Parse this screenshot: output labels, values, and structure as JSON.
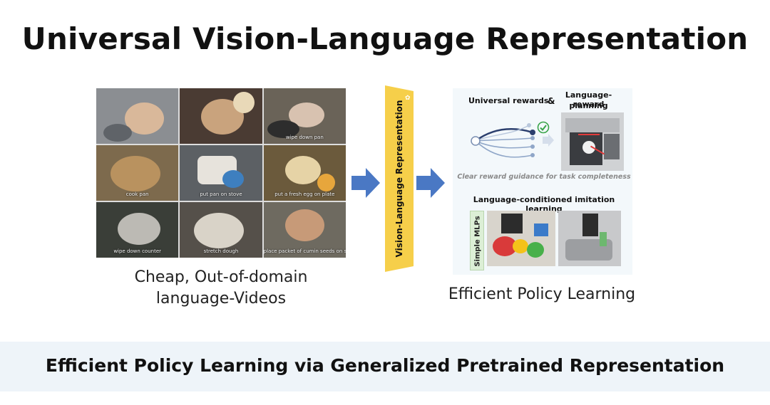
{
  "title": "Universal Vision-Language Representation",
  "videos": {
    "captions": [
      "",
      "",
      "",
      "",
      "",
      "wipe down pan",
      "cook pan",
      "put pan on stove",
      "put a fresh egg on plate",
      "wipe down counter",
      "stretch dough",
      "place packet of cumin seeds on shelf"
    ],
    "caption_line": "Cheap, Out-of-domain",
    "caption_line2": "language-Videos"
  },
  "band_label": "Vision-Language Representation",
  "right_panel": {
    "universal_rewards": "Universal rewards",
    "ampersand": "&",
    "language_reward_1": "Language-reward",
    "language_reward_2": "planning",
    "guidance": "Clear reward guidance for task completeness",
    "imitation": "Language-conditioned imitation learning",
    "mlps": "Simple MLPs"
  },
  "right_caption": "Efficient Policy Learning",
  "footer": "Efficient Policy Learning via Generalized Pretrained Representation",
  "colors": {
    "arrow": "#4a78c4",
    "band": "#f6cf4a",
    "panel_bg": "#f3f8fb",
    "footer_bg": "#eef4f9"
  }
}
